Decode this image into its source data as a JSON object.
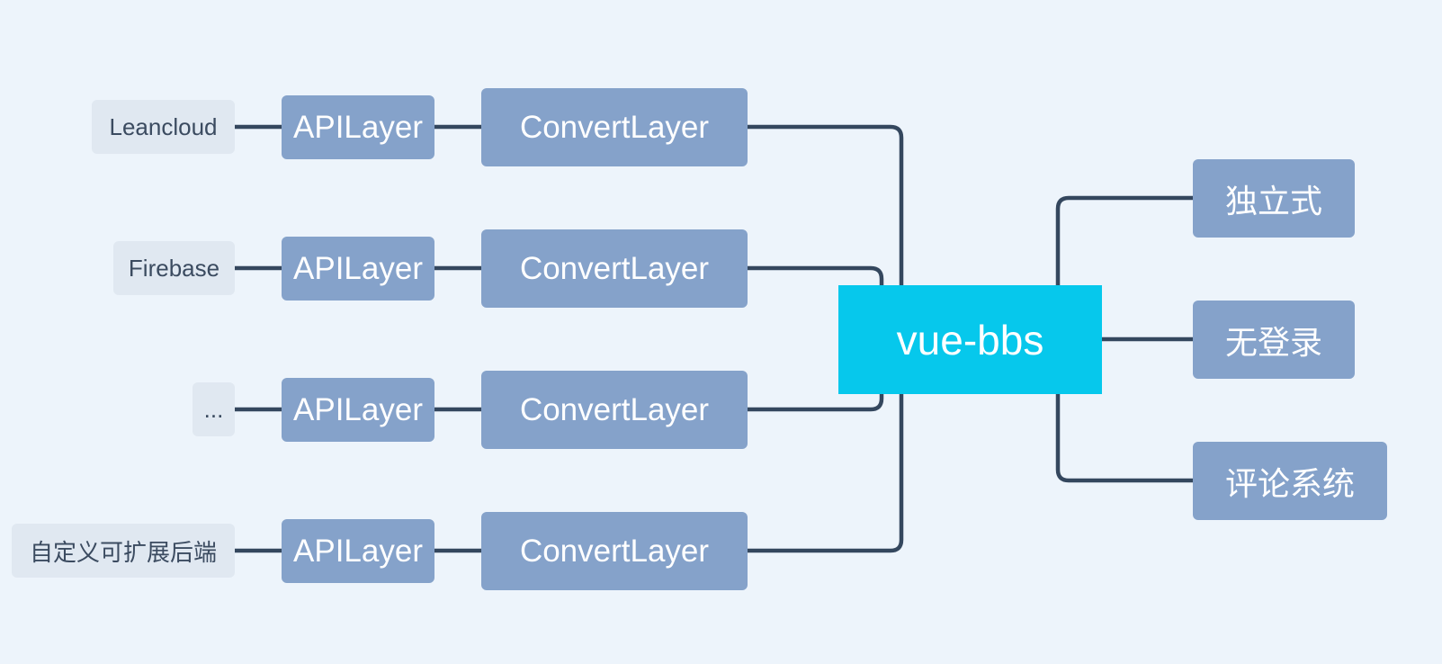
{
  "root": {
    "label": "vue-bbs"
  },
  "branches": [
    {
      "backend": "Leancloud",
      "api": "APILayer",
      "convert": "ConvertLayer"
    },
    {
      "backend": "Firebase",
      "api": "APILayer",
      "convert": "ConvertLayer"
    },
    {
      "backend": "...",
      "api": "APILayer",
      "convert": "ConvertLayer"
    },
    {
      "backend": "自定义可扩展后端",
      "api": "APILayer",
      "convert": "ConvertLayer"
    }
  ],
  "features": [
    {
      "label": "独立式"
    },
    {
      "label": "无登录"
    },
    {
      "label": "评论系统"
    }
  ],
  "colors": {
    "background": "#edf4fb",
    "root": "#06c8ec",
    "node": "#85a2ca",
    "backend_node": "#e0e8f1",
    "connector": "#34475e"
  }
}
